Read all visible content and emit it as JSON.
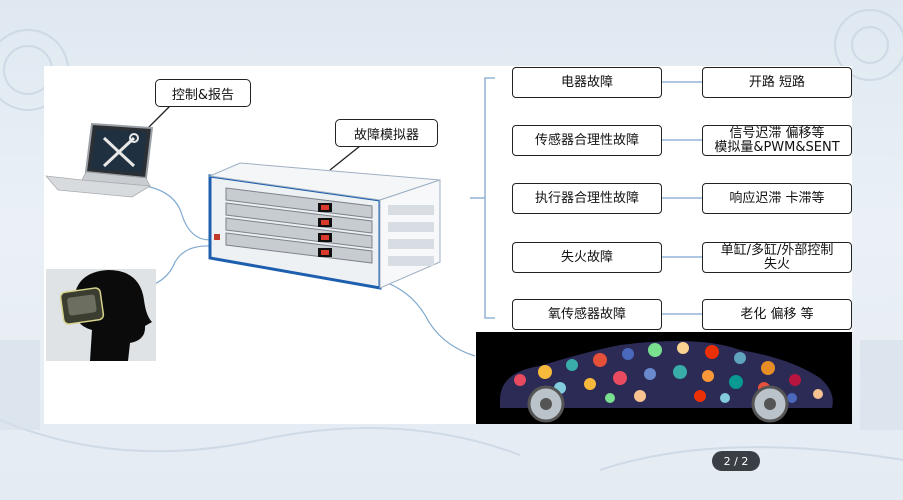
{
  "labels": {
    "control_report": "控制&报告",
    "fault_simulator": "故障模拟器"
  },
  "faults": [
    {
      "category": "电器故障",
      "detail_lines": [
        "开路 短路"
      ]
    },
    {
      "category": "传感器合理性故障",
      "detail_lines": [
        "信号迟滞 偏移等",
        "模拟量&PWM&SENT"
      ]
    },
    {
      "category": "执行器合理性故障",
      "detail_lines": [
        "响应迟滞 卡滞等"
      ]
    },
    {
      "category": "失火故障",
      "detail_lines": [
        "单缸/多缸/外部控制",
        "失火"
      ]
    },
    {
      "category": "氧传感器故障",
      "detail_lines": [
        "老化 偏移 等"
      ]
    }
  ],
  "pager": {
    "text": "2 / 2"
  },
  "colors": {
    "connector": "#7fa8cf",
    "chassis_blue": "#1d5fae",
    "box_border": "#222222"
  }
}
